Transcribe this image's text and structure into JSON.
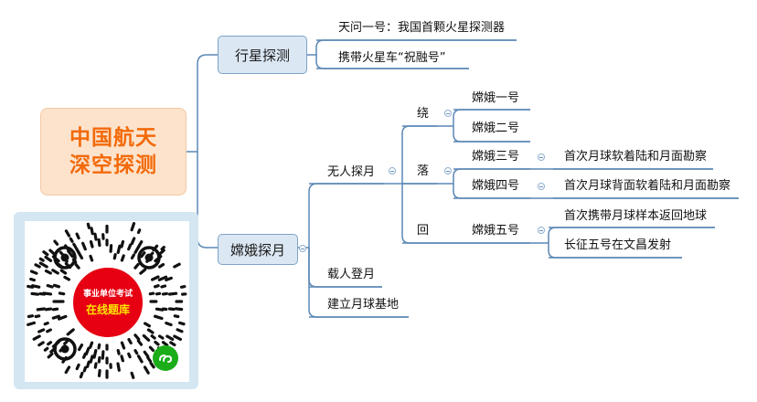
{
  "root": {
    "line1": "中国航天",
    "line2": "深空探测"
  },
  "branches": {
    "planet": {
      "label": "行星探测",
      "items": [
        "天问一号：我国首颗火星探测器",
        "携带火星车“祝融号”"
      ]
    },
    "moon": {
      "label": "嫦娥探月",
      "unmanned": {
        "label": "无人探月",
        "stages": {
          "orbit": {
            "label": "绕",
            "missions": [
              "嫦娥一号",
              "嫦娥二号"
            ]
          },
          "land": {
            "label": "落",
            "missions": [
              "嫦娥三号",
              "嫦娥四号"
            ],
            "details": [
              "首次月球软着陆和月面勘察",
              "首次月球背面软着陆和月面勘察"
            ]
          },
          "return": {
            "label": "回",
            "missions": [
              "嫦娥五号"
            ],
            "details": [
              "首次携带月球样本返回地球",
              "长征五号在文昌发射"
            ]
          }
        }
      },
      "manned": "载人登月",
      "base": "建立月球基地"
    }
  },
  "qr": {
    "line1": "事业单位考试",
    "line2": "在线题库"
  },
  "colors": {
    "connector": "#5b87b5",
    "root_text": "#f26a0a",
    "root_fill": "#fde3cc",
    "branch_fill": "#dbe7f3",
    "qr_frame": "#d3e6f2",
    "badge": "#e60012",
    "badge_text2": "#ffe600"
  },
  "icons": [
    "collapse-icon",
    "qr-code",
    "mini-program-icon"
  ]
}
